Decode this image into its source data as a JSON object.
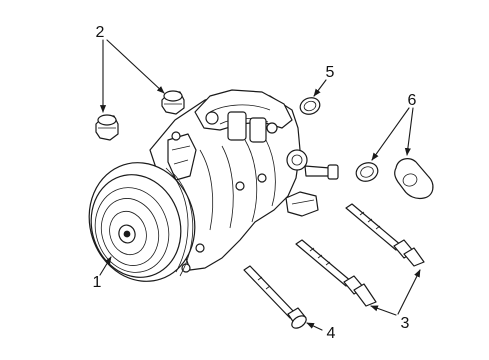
{
  "callouts": [
    {
      "id": "1",
      "text": "1",
      "part": "compressor-assembly"
    },
    {
      "id": "2",
      "text": "2",
      "part": "caps"
    },
    {
      "id": "3",
      "text": "3",
      "part": "long-bolts"
    },
    {
      "id": "4",
      "text": "4",
      "part": "short-bolt"
    },
    {
      "id": "5",
      "text": "5",
      "part": "o-ring"
    },
    {
      "id": "6",
      "text": "6",
      "part": "seals-and-gasket"
    }
  ],
  "colors": {
    "line": "#1a1a1a",
    "background": "#ffffff"
  }
}
